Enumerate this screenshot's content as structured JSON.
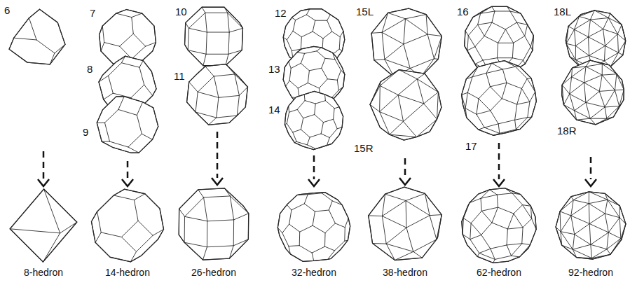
{
  "diagram": {
    "labels": [
      "6",
      "7",
      "8",
      "9",
      "10",
      "11",
      "12",
      "13",
      "14",
      "15L",
      "15R",
      "16",
      "17",
      "18L",
      "18R",
      "8-hedron",
      "14-hedron",
      "26-hedron",
      "32-hedron",
      "38-hedron",
      "62-hedron",
      "92-hedron"
    ]
  }
}
